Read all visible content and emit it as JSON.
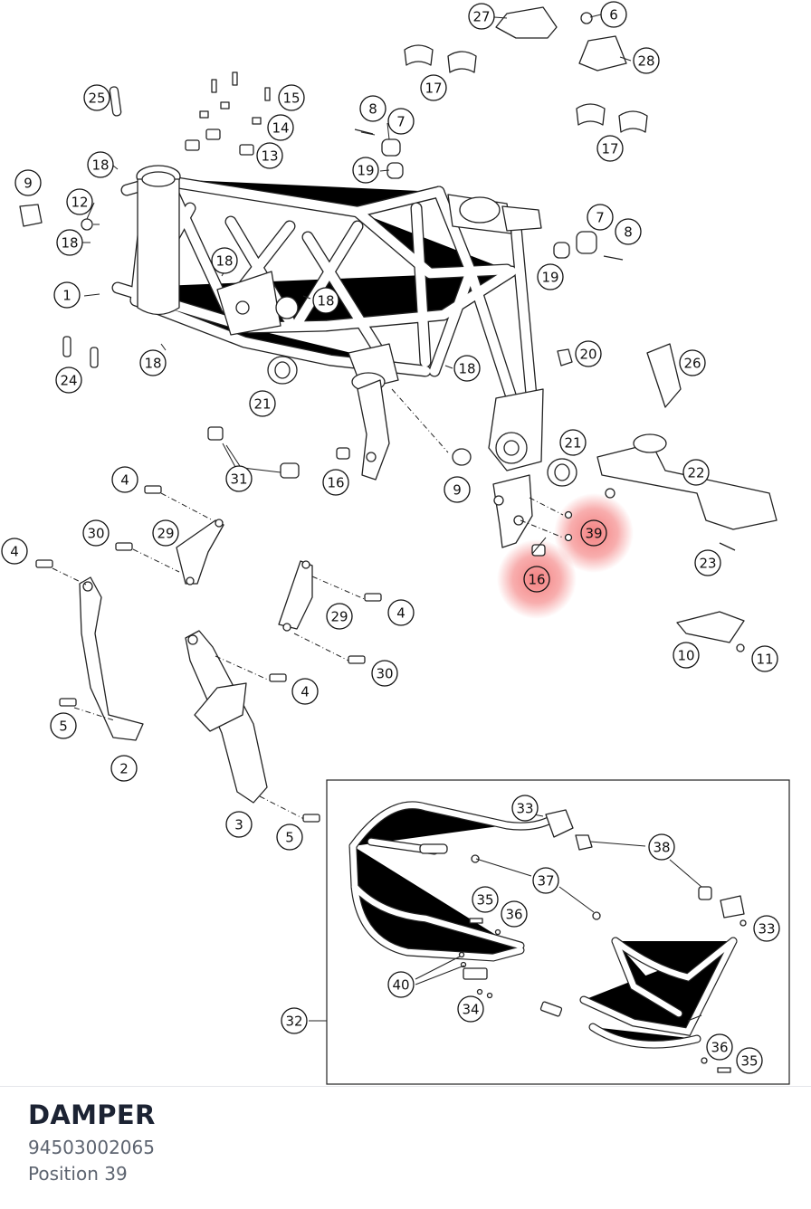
{
  "diagram": {
    "callouts": [
      {
        "id": "c1",
        "text": "27"
      },
      {
        "id": "c2",
        "text": "6"
      },
      {
        "id": "c3",
        "text": "28"
      },
      {
        "id": "c4",
        "text": "17"
      },
      {
        "id": "c5",
        "text": "17"
      },
      {
        "id": "c6",
        "text": "25"
      },
      {
        "id": "c7",
        "text": "15"
      },
      {
        "id": "c8",
        "text": "14"
      },
      {
        "id": "c9",
        "text": "13"
      },
      {
        "id": "c10",
        "text": "8"
      },
      {
        "id": "c11",
        "text": "7"
      },
      {
        "id": "c12",
        "text": "19"
      },
      {
        "id": "c13",
        "text": "18"
      },
      {
        "id": "c14",
        "text": "9"
      },
      {
        "id": "c15",
        "text": "12"
      },
      {
        "id": "c16",
        "text": "18"
      },
      {
        "id": "c17",
        "text": "18"
      },
      {
        "id": "c18",
        "text": "7"
      },
      {
        "id": "c19",
        "text": "8"
      },
      {
        "id": "c20",
        "text": "19"
      },
      {
        "id": "c21",
        "text": "1"
      },
      {
        "id": "c22",
        "text": "18"
      },
      {
        "id": "c23",
        "text": "20"
      },
      {
        "id": "c24",
        "text": "26"
      },
      {
        "id": "c25",
        "text": "24"
      },
      {
        "id": "c26",
        "text": "18"
      },
      {
        "id": "c27",
        "text": "18"
      },
      {
        "id": "c28",
        "text": "21"
      },
      {
        "id": "c29",
        "text": "21"
      },
      {
        "id": "c30",
        "text": "22"
      },
      {
        "id": "c31",
        "text": "31"
      },
      {
        "id": "c32",
        "text": "16"
      },
      {
        "id": "c33",
        "text": "9"
      },
      {
        "id": "c34",
        "text": "4"
      },
      {
        "id": "c35",
        "text": "30"
      },
      {
        "id": "c36",
        "text": "29"
      },
      {
        "id": "c37",
        "text": "39",
        "highlighted": true
      },
      {
        "id": "c38",
        "text": "16",
        "highlighted": true
      },
      {
        "id": "c39",
        "text": "23"
      },
      {
        "id": "c40",
        "text": "4"
      },
      {
        "id": "c41",
        "text": "29"
      },
      {
        "id": "c42",
        "text": "4"
      },
      {
        "id": "c43",
        "text": "10"
      },
      {
        "id": "c44",
        "text": "11"
      },
      {
        "id": "c45",
        "text": "30"
      },
      {
        "id": "c46",
        "text": "4"
      },
      {
        "id": "c47",
        "text": "5"
      },
      {
        "id": "c48",
        "text": "2"
      },
      {
        "id": "c49",
        "text": "3"
      },
      {
        "id": "c50",
        "text": "5"
      },
      {
        "id": "c51",
        "text": "33"
      },
      {
        "id": "c52",
        "text": "38"
      },
      {
        "id": "c53",
        "text": "37"
      },
      {
        "id": "c54",
        "text": "35"
      },
      {
        "id": "c55",
        "text": "36"
      },
      {
        "id": "c56",
        "text": "33"
      },
      {
        "id": "c57",
        "text": "40"
      },
      {
        "id": "c58",
        "text": "34"
      },
      {
        "id": "c59",
        "text": "32"
      },
      {
        "id": "c60",
        "text": "36"
      },
      {
        "id": "c61",
        "text": "35"
      }
    ],
    "highlight_color": "#f26b6b"
  },
  "part": {
    "name": "DAMPER",
    "number": "94503002065",
    "position_label": "Position 39"
  },
  "colors": {
    "title": "#1c2333",
    "meta": "#5d6470",
    "line": "#222222"
  }
}
